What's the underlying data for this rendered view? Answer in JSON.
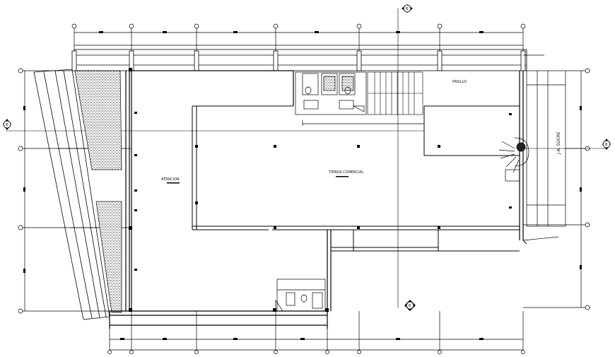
{
  "drawing": {
    "rooms": {
      "atencion": "ATENCION",
      "tienda": "TIENDA COMERCIAL",
      "pasillo": "PASILLO"
    },
    "street_label": "J.A. SUCRE",
    "section_markers": [
      {
        "id": "top",
        "letter": "B"
      },
      {
        "id": "left",
        "letter": "B"
      },
      {
        "id": "right",
        "letter": "B"
      },
      {
        "id": "bottom",
        "letter": "B"
      }
    ],
    "colors": {
      "line": "#000000",
      "hatch": "#444444",
      "paper": "#ffffff"
    }
  }
}
